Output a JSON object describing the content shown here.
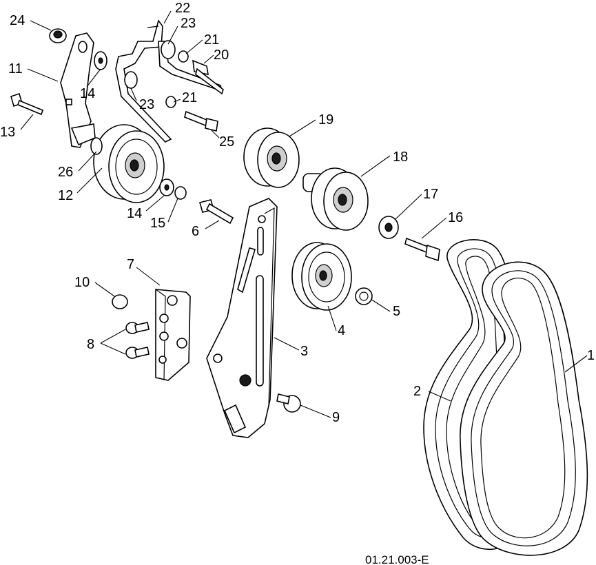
{
  "diagram": {
    "code": "01.21.003-E",
    "labels": {
      "p1": "1",
      "p2": "2",
      "p3": "3",
      "p4": "4",
      "p5": "5",
      "p6": "6",
      "p7": "7",
      "p8": "8",
      "p9": "9",
      "p10": "10",
      "p11": "11",
      "p12": "12",
      "p13": "13",
      "p14a": "14",
      "p14b": "14",
      "p15": "15",
      "p16": "16",
      "p17": "17",
      "p18": "18",
      "p19": "19",
      "p20": "20",
      "p21a": "21",
      "p21b": "21",
      "p22": "22",
      "p23a": "23",
      "p23b": "23",
      "p24": "24",
      "p25": "25",
      "p26": "26"
    }
  }
}
